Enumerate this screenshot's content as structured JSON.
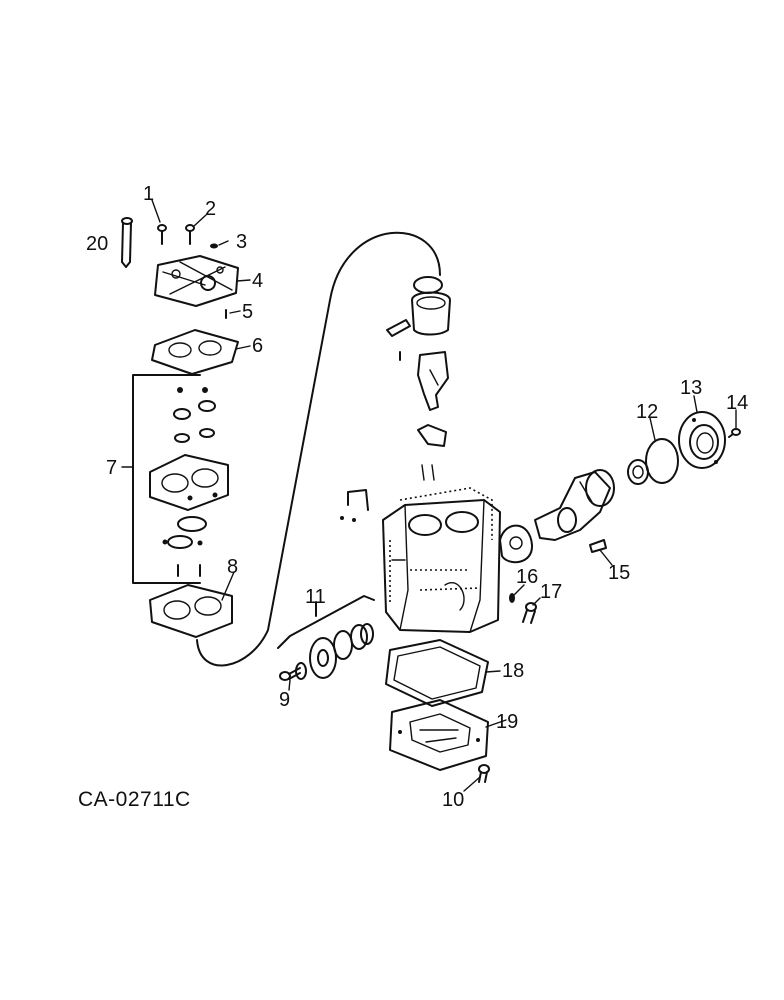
{
  "diagram": {
    "drawing_code": "CA-02711C",
    "callouts": {
      "c1": "1",
      "c2": "2",
      "c3": "3",
      "c4": "4",
      "c5": "5",
      "c6": "6",
      "c7": "7",
      "c8": "8",
      "c9": "9",
      "c10": "10",
      "c11": "11",
      "c12": "12",
      "c13": "13",
      "c14": "14",
      "c15": "15",
      "c16": "16",
      "c17": "17",
      "c18": "18",
      "c19": "19",
      "c20": "20"
    }
  }
}
